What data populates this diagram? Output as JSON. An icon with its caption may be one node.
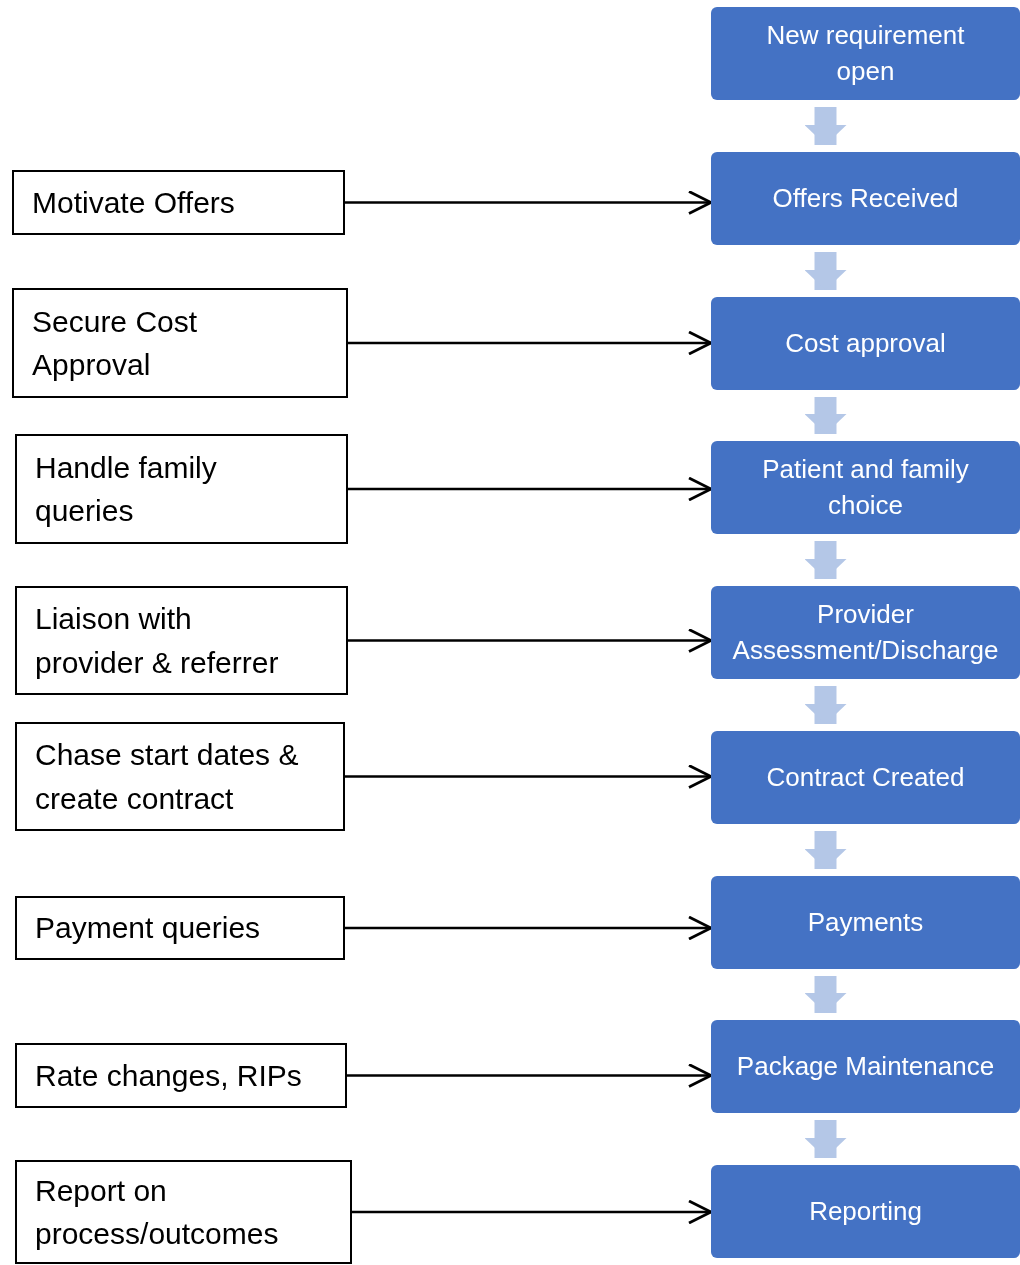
{
  "diagram": {
    "nodes": [
      {
        "text": [
          "New requirement open"
        ]
      },
      {
        "text": [
          "Motivate Offers"
        ]
      },
      {
        "text": [
          "Offers Received"
        ]
      },
      {
        "text": [
          "Secure Cost Approval"
        ]
      },
      {
        "text": [
          "Cost approval"
        ]
      },
      {
        "text": [
          "Handle family queries"
        ]
      },
      {
        "text": [
          "Patient and family choice"
        ]
      },
      {
        "text": [
          "Liaison with provider & referrer"
        ]
      },
      {
        "text": [
          "Provider Assessment/Discharge"
        ]
      },
      {
        "text": [
          "Chase start dates & create contract"
        ]
      },
      {
        "text": [
          "Contract Created"
        ]
      },
      {
        "text": [
          "Payment queries"
        ]
      },
      {
        "text": [
          "Payments"
        ]
      },
      {
        "text": [
          "Rate changes, RIPs"
        ]
      },
      {
        "text": [
          "Package Maintenance"
        ]
      },
      {
        "text": [
          "Report on process/outcomes"
        ]
      },
      {
        "text": [
          "Reporting"
        ]
      }
    ],
    "edges": [
      {
        "from": 0,
        "to": 2,
        "arrow": "to",
        "style": "thick",
        "color": "#b4c7e7"
      },
      {
        "from": 2,
        "to": 4,
        "arrow": "to",
        "style": "thick",
        "color": "#b4c7e7"
      },
      {
        "from": 4,
        "to": 6,
        "arrow": "to",
        "style": "thick",
        "color": "#b4c7e7"
      },
      {
        "from": 6,
        "to": 8,
        "arrow": "to",
        "style": "thick",
        "color": "#b4c7e7"
      },
      {
        "from": 8,
        "to": 10,
        "arrow": "to",
        "style": "thick",
        "color": "#b4c7e7"
      },
      {
        "from": 10,
        "to": 12,
        "arrow": "to",
        "style": "thick",
        "color": "#b4c7e7"
      },
      {
        "from": 12,
        "to": 14,
        "arrow": "to",
        "style": "thick",
        "color": "#b4c7e7"
      },
      {
        "from": 14,
        "to": 16,
        "arrow": "to",
        "style": "thick",
        "color": "#b4c7e7"
      },
      {
        "from": 1,
        "to": 2,
        "arrow": "to",
        "color": "#000000"
      },
      {
        "from": 3,
        "to": 4,
        "arrow": "to",
        "color": "#000000"
      },
      {
        "from": 5,
        "to": 6,
        "arrow": "to",
        "color": "#000000"
      },
      {
        "from": 7,
        "to": 8,
        "arrow": "to",
        "color": "#000000"
      },
      {
        "from": 9,
        "to": 10,
        "arrow": "to",
        "color": "#000000"
      },
      {
        "from": 11,
        "to": 12,
        "arrow": "to",
        "color": "#000000"
      },
      {
        "from": 13,
        "to": 14,
        "arrow": "to",
        "color": "#000000"
      },
      {
        "from": 15,
        "to": 16,
        "arrow": "to",
        "color": "#000000"
      }
    ]
  }
}
